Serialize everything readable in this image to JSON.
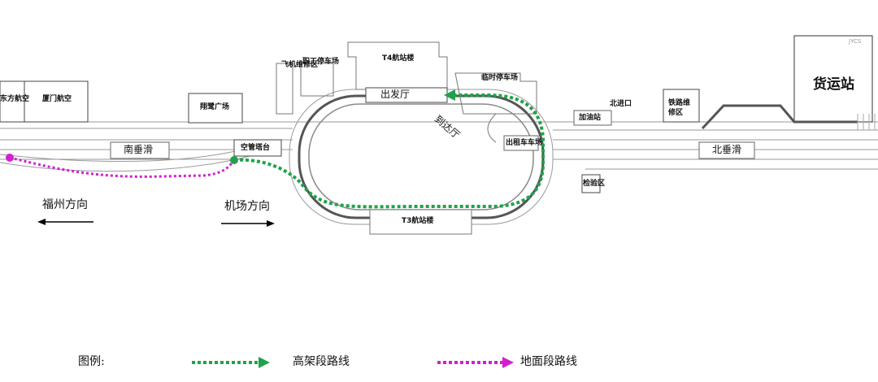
{
  "labels": {
    "donghang": "东方航空",
    "xiamen_air": "厦门航空",
    "baiwan_gc": "翔鹭广场",
    "nan_chui_hua": "南垂滑",
    "kong_guan": "空管塔台",
    "fuzhou_dir": "福州方向",
    "airport_dir": "机场方向",
    "aircraft_rest": "飞机维修区",
    "staff_park": "职工停车场",
    "t4": "T4航站楼",
    "departure": "出发厅",
    "arrival": "到达厅",
    "temp_park": "临时停车场",
    "north_entry": "北进口",
    "refuel": "加油站",
    "rail_repair": "铁路维修区",
    "cargo": "货运站",
    "taxi_park": "出租车车场",
    "bei_chui_hua": "北垂滑",
    "quarantine": "检验区",
    "t3": "T3航站楼",
    "watermark": "JYCS"
  },
  "legend": {
    "title": "图例:",
    "elevated": "高架段路线",
    "ground": "地面段路线"
  },
  "colors": {
    "elevated": "#1fa34a",
    "ground": "#d21fd2",
    "road": "#7a7a7a",
    "cargo_track": "#555555"
  }
}
